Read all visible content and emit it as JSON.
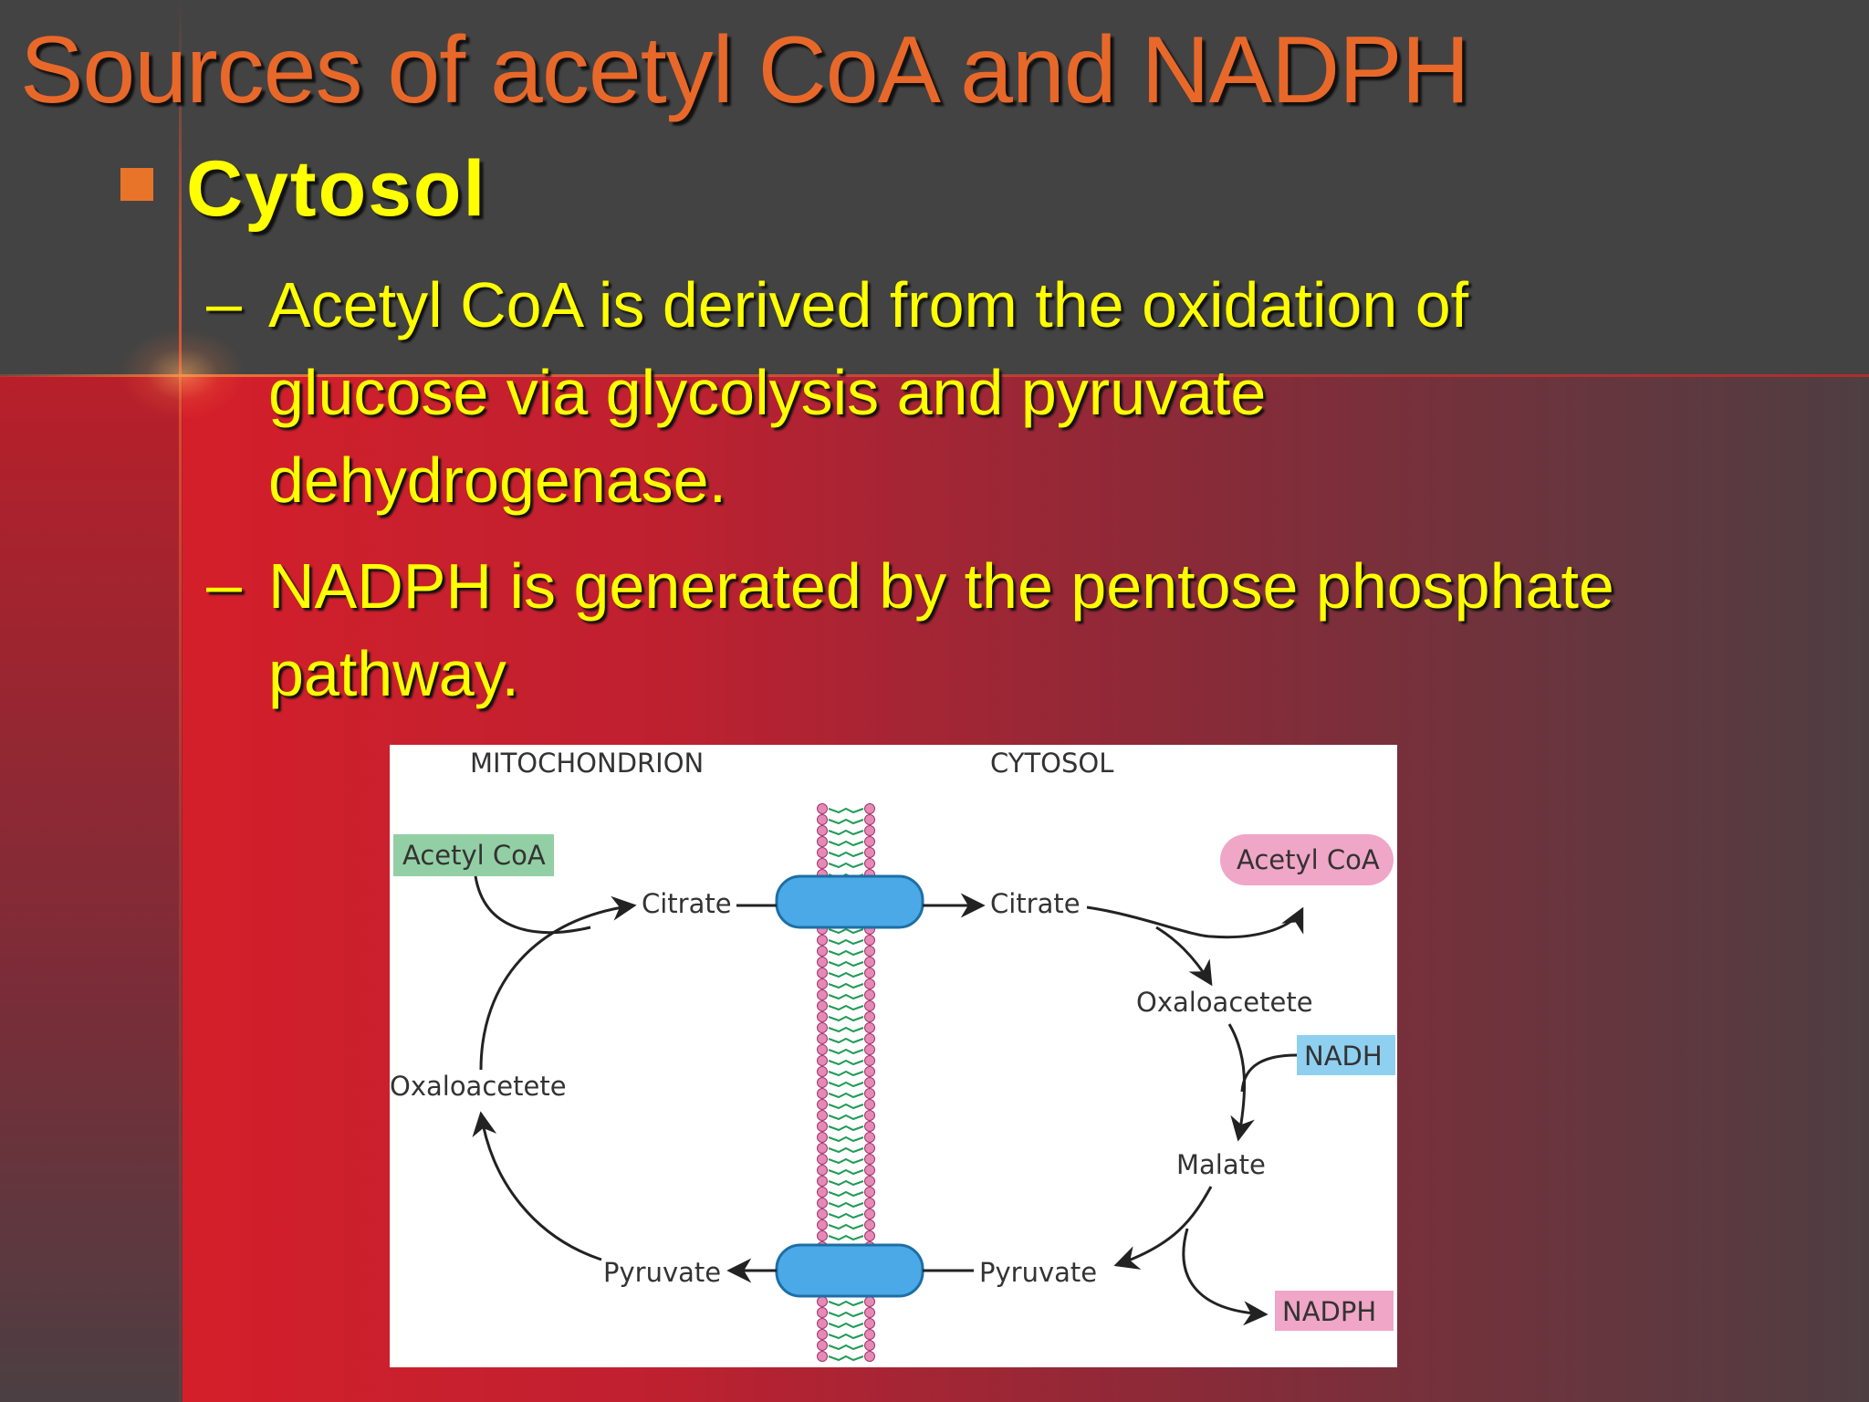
{
  "slide": {
    "title": "Sources of acetyl CoA and NADPH",
    "section": "Cytosol",
    "bullets": [
      {
        "dash": "–",
        "text": "Acetyl CoA is derived from the oxidation of glucose via glycolysis and pyruvate dehydrogenase."
      },
      {
        "dash": "–",
        "text": "NADPH is generated by the pentose phosphate pathway."
      }
    ]
  },
  "diagram": {
    "compartments": {
      "left": "MITOCHONDRION",
      "right": "CYTOSOL"
    },
    "mito": {
      "acetyl_coa": "Acetyl CoA",
      "citrate": "Citrate",
      "oxaloacetate": "Oxaloacetete",
      "pyruvate": "Pyruvate"
    },
    "cyto": {
      "citrate": "Citrate",
      "acetyl_coa": "Acetyl CoA",
      "oxaloacetate": "Oxaloacetete",
      "nadh": "NADH",
      "malate": "Malate",
      "pyruvate": "Pyruvate",
      "nadph": "NADPH"
    },
    "colors": {
      "membrane_head": "#e58ab6",
      "membrane_tail": "#1f9b55",
      "transporter": "#4aa9e6",
      "mito_acetyl_box": "#93cfa4",
      "cyto_acetyl_box": "#f0a6c6",
      "nadh_box": "#8fd0f0",
      "nadph_box": "#f0a6c6"
    }
  }
}
